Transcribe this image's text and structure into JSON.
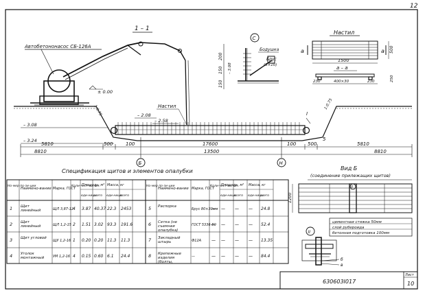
{
  "page_number": "12",
  "section": {
    "label": "1 – 1"
  },
  "pump_label": "Автобетононасос СБ-126А",
  "levels": {
    "zero": "± 0.00",
    "m208": "– 2.08",
    "m258": "– 2.58",
    "m308": "– 3.08",
    "m324": "– 3.24",
    "m308_detail": "– 3.08"
  },
  "walkway_label": "Настил",
  "callout_main": "I",
  "callout_5": "5",
  "slope_1": "1:0.75",
  "slope_2": "1:0.75",
  "dims_bottom_row1": [
    "5810",
    "500",
    "17600",
    "500",
    "5810"
  ],
  "dims_bottom_row2": [
    "8810",
    "13500",
    "8810"
  ],
  "dims_small": [
    "100",
    "100"
  ],
  "axes": [
    "Б",
    "Н"
  ],
  "detail_c": {
    "marker": "С",
    "label_board": "Бодушка",
    "label_bar": "Брус",
    "label_bar_size": "(8×10)",
    "dims": [
      "200",
      "150",
      "150"
    ],
    "level": "– 3.08"
  },
  "detail_nastil": {
    "title": "Настил",
    "dim_width": "1500",
    "dim_height": "500",
    "section_label": "а – а",
    "section_marks": [
      "а",
      "а"
    ],
    "dims_section": [
      "230",
      "400×30",
      "230",
      "250"
    ]
  },
  "view_b": {
    "title": "Вид Б",
    "subtitle": "(соединение прилежащих щитов)",
    "marker": "II",
    "dim": "1200",
    "notes": [
      "цементная стяжка 50мм",
      "слой рубероида",
      "бетонная подготовка 100мм"
    ]
  },
  "detail_ii": {
    "marker": "II",
    "labels": [
      "б",
      "в"
    ]
  },
  "spec": {
    "title": "Спецификация щитов и элементов опалубки",
    "headers_left": {
      "pos": "Но-мер по-зи-ции",
      "name": "Наимено-вание",
      "mark": "Марка, ГОСТ",
      "qty": "Коли-чест-во, шт.",
      "area": "Площадь, м²",
      "area_unit": "еди-ницы",
      "area_total": "всего",
      "mass": "Масса, кг",
      "mass_unit": "еди-ницы",
      "mass_total": "всего"
    },
    "rows_left": [
      {
        "pos": "1",
        "name": "Щит линейный",
        "mark": "ЩЛ 3,87-12",
        "qty": "4",
        "area_u": "3.87",
        "area_t": "40.37",
        "mass_u": "22.3",
        "mass_t": "2453"
      },
      {
        "pos": "2",
        "name": "Щит линейный",
        "mark": "ЩЛ 1,2-15",
        "qty": "2",
        "area_u": "1.51",
        "area_t": "3.02",
        "mass_u": "93.3",
        "mass_t": "191.6"
      },
      {
        "pos": "3",
        "name": "Щит угловой",
        "mark": "ЩУ 1,2-16",
        "qty": "1",
        "area_u": "0.20",
        "area_t": "0.20",
        "mass_u": "11.3",
        "mass_t": "11.3"
      },
      {
        "pos": "4",
        "name": "Уголок монтажный",
        "mark": "УМ 1,2-16",
        "qty": "4",
        "area_u": "0.15",
        "area_t": "0.60",
        "mass_u": "6.1",
        "mass_t": "24.4"
      }
    ],
    "rows_right": [
      {
        "pos": "5",
        "name": "Распорка",
        "mark": "Брус 80×30мм",
        "qty": "—",
        "area_u": "—",
        "area_t": "—",
        "mass_u": "—",
        "mass_t": "24.8"
      },
      {
        "pos": "6",
        "name": "Сетка (не съемная опалубка)",
        "mark": "ГОСТ 5336-80",
        "qty": "—",
        "area_u": "—",
        "area_t": "—",
        "mass_u": "—",
        "mass_t": "52.4"
      },
      {
        "pos": "7",
        "name": "Закладный штырь",
        "mark": "Ф12А",
        "qty": "—",
        "area_u": "—",
        "area_t": "—",
        "mass_u": "—",
        "mass_t": "13.35"
      },
      {
        "pos": "8",
        "name": "Крепежные изделия (болты, шпиль, клин)",
        "mark": "—",
        "qty": "—",
        "area_u": "—",
        "area_t": "—",
        "mass_u": "—",
        "mass_t": "84.4"
      }
    ]
  },
  "stamp": {
    "code": "630603I017",
    "sheet_label": "Лист",
    "sheet_number": "10"
  }
}
